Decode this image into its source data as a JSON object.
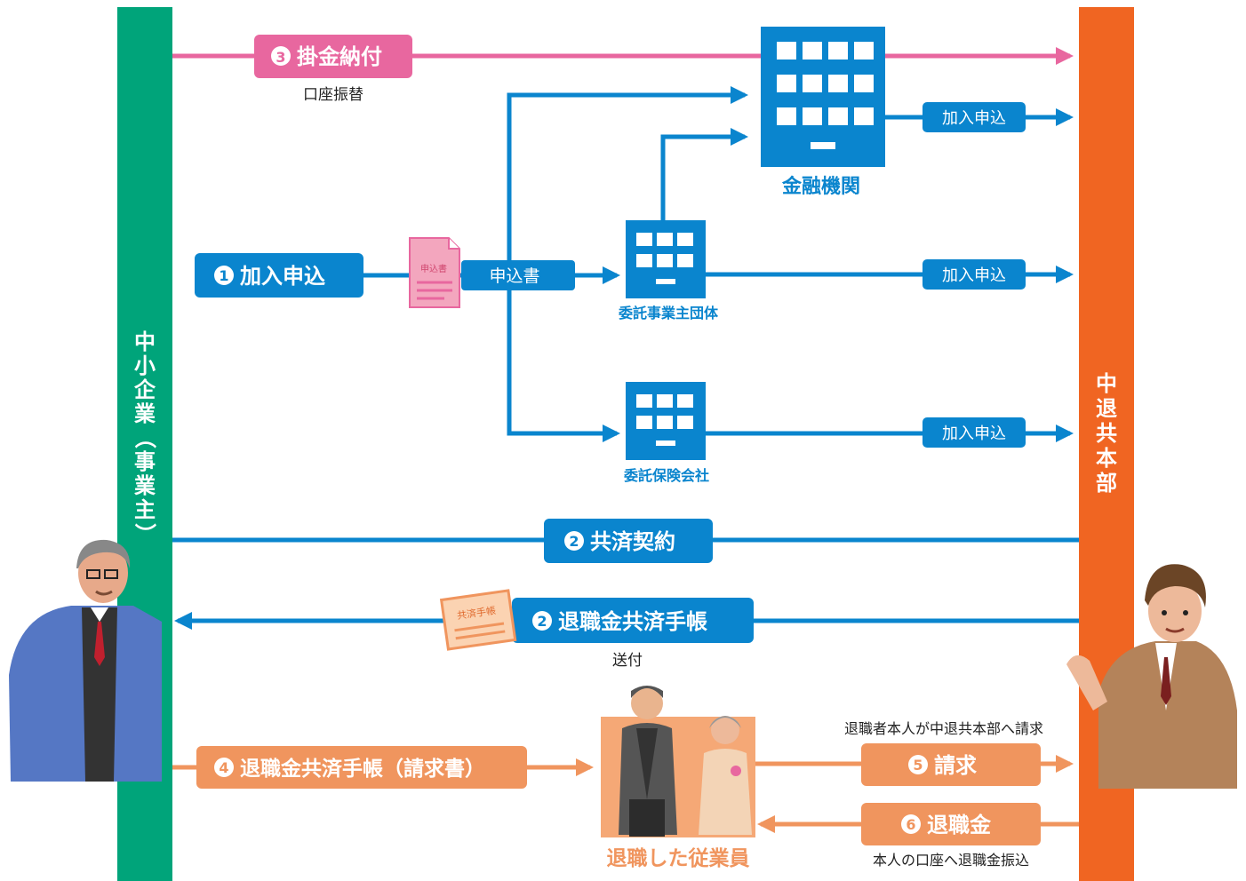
{
  "colors": {
    "green": "#00A47A",
    "orange": "#F06522",
    "blue": "#0A85CE",
    "pink": "#E8679F",
    "salmon": "#F0955E",
    "peach": "#F3A070"
  },
  "left_bar": {
    "label": "中小企業（事業主）",
    "chars": [
      "中",
      "小",
      "企",
      "業",
      "（",
      "事",
      "業",
      "主",
      "）"
    ]
  },
  "right_bar": {
    "label": "中退共本部",
    "chars": [
      "中",
      "退",
      "共",
      "本",
      "部"
    ]
  },
  "flows": {
    "kakekin": {
      "num": "3",
      "text": "掛金納付",
      "note": "口座振替"
    },
    "kanyu": {
      "num": "1",
      "text": "加入申込"
    },
    "moushikomisho": "申込書",
    "doc_icon_text": "申込書",
    "kyosai_keiyaku": {
      "num": "2",
      "text": "共済契約"
    },
    "techo": {
      "num": "2",
      "text": "退職金共済手帳",
      "note": "送付",
      "card_text": "共済手帳"
    },
    "seikyusho": {
      "num": "4",
      "text": "退職金共済手帳（請求書）"
    },
    "seikyu": {
      "num": "5",
      "text": "請求",
      "note": "退職者本人が中退共本部へ請求"
    },
    "taishokukin": {
      "num": "6",
      "text": "退職金",
      "note": "本人の口座へ退職金振込"
    }
  },
  "entities": {
    "bank": "金融機関",
    "itaku_jigyo": "委託事業主団体",
    "itaku_hoken": "委託保険会社",
    "employee": "退職した従業員"
  },
  "kanyu_small": [
    "加入申込",
    "加入申込",
    "加入申込"
  ],
  "icons": [
    "bank-building-icon",
    "office-building-icon",
    "document-icon",
    "passbook-card-icon",
    "businessman-icon",
    "staff-man-icon",
    "retired-couple-icon"
  ]
}
